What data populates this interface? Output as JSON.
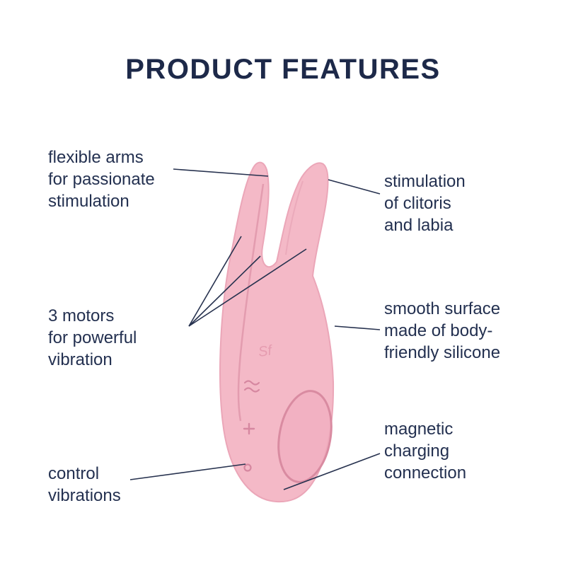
{
  "title": "PRODUCT FEATURES",
  "labels": {
    "flexible_arms": "flexible arms\nfor passionate\nstimulation",
    "stimulation": "stimulation\nof clitoris\nand labia",
    "motors": "3 motors\nfor powerful\nvibration",
    "smooth_surface": "smooth surface\nmade of body-\nfriendly silicone",
    "control": "control\nvibrations",
    "magnetic": "magnetic\ncharging\nconnection"
  },
  "product": {
    "brand_mark": "Sf",
    "control_icons": [
      "intensity-wave-icon",
      "plus-icon",
      "power-dot-icon"
    ]
  },
  "colors": {
    "background": "#ffffff",
    "text_navy": "#233050",
    "product_pink": "#f4b9c7",
    "product_pink_dark": "#dd93a7",
    "callout_line": "#27324f"
  }
}
